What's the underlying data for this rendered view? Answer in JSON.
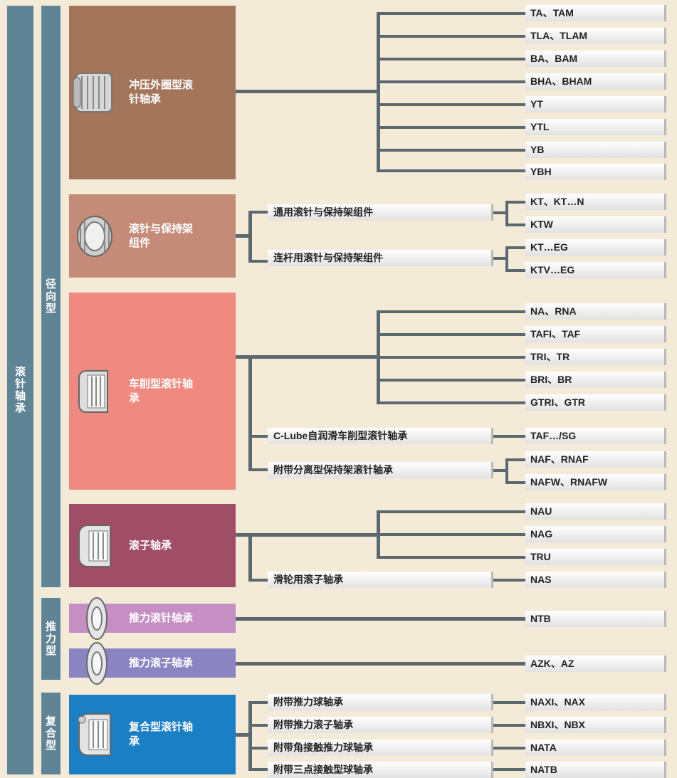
{
  "root_label": "滚针轴承",
  "groups": {
    "radial": "径向型",
    "thrust": "推力型",
    "combined": "复合型"
  },
  "categories": {
    "stamped": "冲压外圈型滚针轴承",
    "cage": "滚针与保持架组件",
    "machined": "车削型滚针轴承",
    "roller": "滚子轴承",
    "thrust_needle": "推力滚针轴承",
    "thrust_roller": "推力滚子轴承",
    "combined": "复合型滚针轴承"
  },
  "sublabels": {
    "cage_general": "通用滚针与保持架组件",
    "cage_conrod": "连杆用滚针与保持架组件",
    "clube": "C-Lube自润滑车削型滚针轴承",
    "separable": "附带分离型保持架滚针轴承",
    "pulley": "滑轮用滚子轴承",
    "thrust_ball": "附带推力球轴承",
    "thrust_roller": "附带推力滚子轴承",
    "angular": "附带角接触推力球轴承",
    "three_point": "附带三点接触型球轴承"
  },
  "models": {
    "ta": "TA、TAM",
    "tla": "TLA、TLAM",
    "ba": "BA、BAM",
    "bha": "BHA、BHAM",
    "yt": "YT",
    "ytl": "YTL",
    "yb": "YB",
    "ybh": "YBH",
    "kt": "KT、KT…N",
    "ktw": "KTW",
    "kteg": "KT…EG",
    "ktveg": "KTV…EG",
    "na": "NA、RNA",
    "tafi": "TAFI、TAF",
    "tri": "TRI、TR",
    "bri": "BRI、BR",
    "gtri": "GTRI、GTR",
    "tafsg": "TAF…/SG",
    "naf": "NAF、RNAF",
    "nafw": "NAFW、RNAFW",
    "nau": "NAU",
    "nag": "NAG",
    "tru": "TRU",
    "nas": "NAS",
    "ntb": "NTB",
    "azk": "AZK、AZ",
    "naxi": "NAXI、NAX",
    "nbxi": "NBXI、NBX",
    "nata": "NATA",
    "natb": "NATB"
  },
  "colors": {
    "background": "#f3ead8",
    "side_bar": "#5f8495",
    "stamped": "#a3755a",
    "cage": "#c48b79",
    "machined": "#f08a80",
    "roller": "#a04e68",
    "thrust_needle": "#c58fc3",
    "thrust_roller": "#8a84c3",
    "combined": "#1b7fc6",
    "connector": "#5c6870"
  }
}
